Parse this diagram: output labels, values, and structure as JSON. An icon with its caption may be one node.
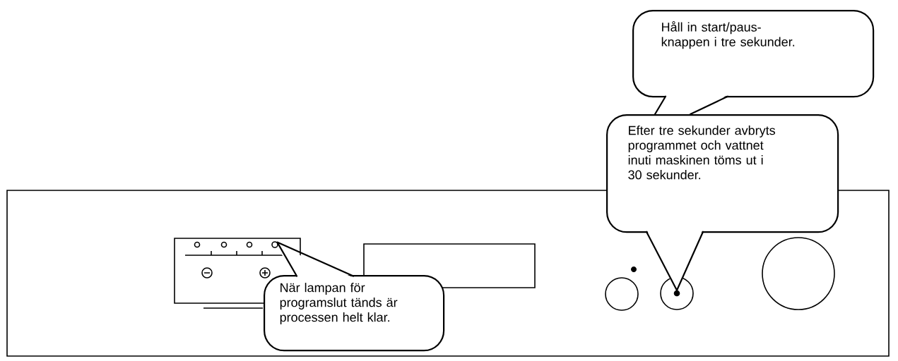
{
  "diagram": {
    "nodes": [
      {
        "text": [
          "Håll in start/paus- knappen i tre sekunder."
        ]
      },
      {
        "text": [
          "Efter tre sekunder avbryts programmet och vattnet inuti maskinen töms ut i 30 sekunder."
        ]
      },
      {
        "text": [
          "När lampan för programslut tänds är processen helt klar."
        ]
      },
      {
        "text": [],
        "shape": "circle"
      },
      {
        "text": [],
        "shape": "circle"
      }
    ],
    "edges": [
      {
        "from": 0,
        "to": 1,
        "arrow": "none"
      },
      {
        "from": 1,
        "to": 4,
        "arrow": "none"
      },
      {
        "from": 2,
        "to": 3,
        "arrow": "none"
      }
    ]
  }
}
